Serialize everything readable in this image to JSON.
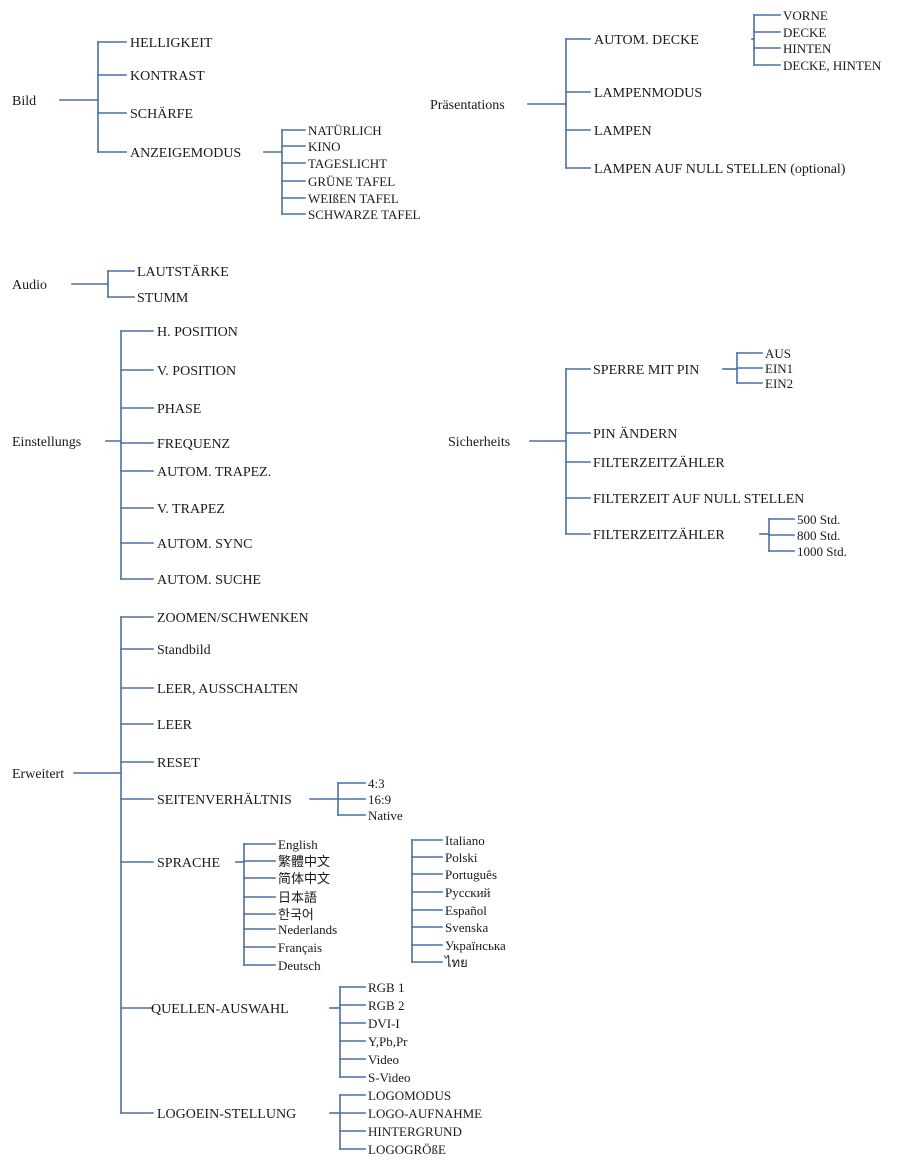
{
  "colors": {
    "line": "#4a6fa5",
    "text": "#1a1a1a",
    "background": "#ffffff"
  },
  "menus": {
    "bild": {
      "label": "Bild",
      "items": {
        "helligkeit": "HELLIGKEIT",
        "kontrast": "KONTRAST",
        "schaerfe": "SCHÄRFE",
        "anzeigemodus": "ANZEIGEMODUS"
      },
      "anzeigemodus_options": [
        "NATÜRLICH",
        "KINO",
        "TAGESLICHT",
        "GRÜNE TAFEL",
        "WEIßEN TAFEL",
        "SCHWARZE TAFEL"
      ]
    },
    "praesentations": {
      "label": "Präsentations",
      "items": {
        "autom_decke": "AUTOM. DECKE",
        "lampenmodus": "LAMPENMODUS",
        "lampen": "LAMPEN",
        "lampen_null": "LAMPEN AUF NULL STELLEN (optional)"
      },
      "decke_options": [
        "VORNE",
        "DECKE",
        "HINTEN",
        "DECKE, HINTEN"
      ]
    },
    "audio": {
      "label": "Audio",
      "items": {
        "lautstaerke": "LAUTSTÄRKE",
        "stumm": "STUMM"
      }
    },
    "einstellungs": {
      "label": "Einstellungs",
      "items": {
        "h_position": "H. POSITION",
        "v_position": "V. POSITION",
        "phase": "PHASE",
        "frequenz": "FREQUENZ",
        "autom_trapez": "AUTOM. TRAPEZ.",
        "v_trapez": "V. TRAPEZ",
        "autom_sync": "AUTOM. SYNC",
        "autom_suche": "AUTOM. SUCHE"
      }
    },
    "sicherheits": {
      "label": "Sicherheits",
      "items": {
        "sperre": "SPERRE MIT PIN",
        "pin_aendern": "PIN ÄNDERN",
        "filterzeitzaehler": "FILTERZEITZÄHLER",
        "filterzeit_null": "FILTERZEIT AUF NULL STELLEN",
        "filterzeitzaehler2": "FILTERZEITZÄHLER"
      },
      "sperre_options": [
        "AUS",
        "EIN1",
        "EIN2"
      ],
      "filter_options": [
        "500 Std.",
        "800 Std.",
        "1000 Std."
      ]
    },
    "erweitert": {
      "label": "Erweitert",
      "items": {
        "zoomen": "ZOOMEN/SCHWENKEN",
        "standbild": "Standbild",
        "leer_aus": "LEER, AUSSCHALTEN",
        "leer": "LEER",
        "reset": "RESET",
        "seitenverhaeltnis": "SEITENVERHÄLTNIS",
        "sprache": "SPRACHE",
        "quellen": "QUELLEN-AUSWAHL",
        "logo": "LOGOEIN-STELLUNG"
      },
      "aspect_options": [
        "4:3",
        "16:9",
        "Native"
      ],
      "language_col1": [
        "English",
        "繁體中文",
        "简体中文",
        "日本語",
        "한국어",
        "Nederlands",
        "Français",
        "Deutsch"
      ],
      "language_col2": [
        "Italiano",
        "Polski",
        "Português",
        "Русский",
        "Español",
        "Svenska",
        "Українська",
        "ไทย"
      ],
      "source_options": [
        "RGB 1",
        "RGB 2",
        "DVI-I",
        "Y,Pb,Pr",
        "Video",
        "S-Video"
      ],
      "logo_options": [
        "LOGOMODUS",
        "LOGO-AUFNAHME",
        "HINTERGRUND",
        "LOGOGRÖßE"
      ]
    }
  }
}
